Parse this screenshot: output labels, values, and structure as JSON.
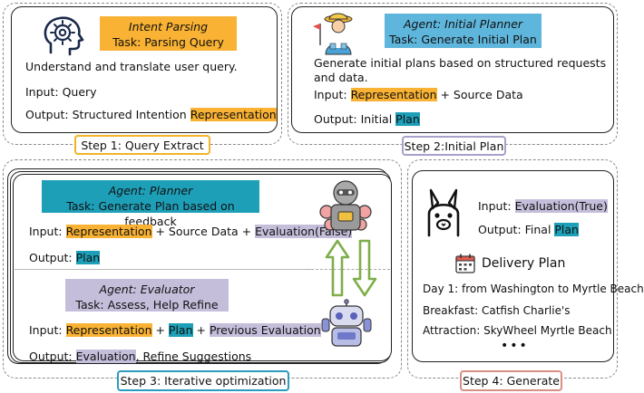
{
  "step1": {
    "role": "Intent Parsing",
    "task": "Task: Parsing Query",
    "description": "Understand and translate user query.",
    "input_prefix": "Input:  ",
    "input_value": "Query",
    "output_prefix": "Output:  Structured Intention ",
    "output_value": "Representation",
    "label": "Step 1: Query Extract"
  },
  "step2": {
    "role": "Agent: Initial Planner",
    "task": "Task: Generate Initial Plan",
    "desc_line1": "Generate initial plans based on structured requests",
    "desc_line2": "and data.",
    "input_prefix": "Input: ",
    "input_value": "Representation",
    "input_suffix": "  +  Source Data",
    "output_prefix": "Output: Initial ",
    "output_value": "Plan",
    "label": "Step 2:Initial Plan"
  },
  "step3": {
    "planner_role": "Agent: Planner",
    "planner_task": "Task: Generate Plan based on feedback",
    "planner_input_prefix": "Input: ",
    "planner_input_rep": "Representation",
    "planner_input_mid": " + Source Data + ",
    "planner_input_eval": "Evaluation(False)",
    "planner_output_prefix": "Output: ",
    "planner_output_value": "Plan",
    "evaluator_role": "Agent: Evaluator",
    "evaluator_task": "Task: Assess,  Help Refine",
    "evaluator_input_prefix": "Input: ",
    "evaluator_input_rep": "Representation",
    "evaluator_plus1": "  +  ",
    "evaluator_input_plan": "Plan",
    "evaluator_plus2": "  +  ",
    "evaluator_input_prev": "Previous Evaluation",
    "evaluator_output_prefix": "Output: ",
    "evaluator_output_eval": "Evaluation",
    "evaluator_output_suffix": ",  Refine Suggestions",
    "label": "Step 3: Iterative optimization"
  },
  "step4": {
    "input_prefix": "Input: ",
    "input_value": "Evaluation(True)",
    "output_prefix": "Output:  Final ",
    "output_value": "Plan",
    "delivery_title": "Delivery Plan",
    "day1": "Day 1: from Washington to Myrtle Beach",
    "breakfast": "Breakfast: Catfish Charlie's",
    "attraction": "Attraction: SkyWheel Myrtle Beach",
    "ellipsis": "•••",
    "label": "Step 4: Generate"
  },
  "colors": {
    "orange": "#f9b233",
    "blue": "#5fb6dc",
    "teal": "#1e9fb8",
    "purple": "#c5bedb",
    "step1_border": "#f0b429",
    "step2_border": "#a9a0cc",
    "step3_border": "#2b9bbf",
    "step4_border": "#d88f86",
    "arrow_green": "#7fae4a"
  },
  "icons": [
    "brain-icon",
    "planner-agent-icon",
    "robot-planner-icon",
    "robot-evaluator-icon",
    "llama-icon",
    "calendar-icon",
    "loop-arrows-icon"
  ]
}
